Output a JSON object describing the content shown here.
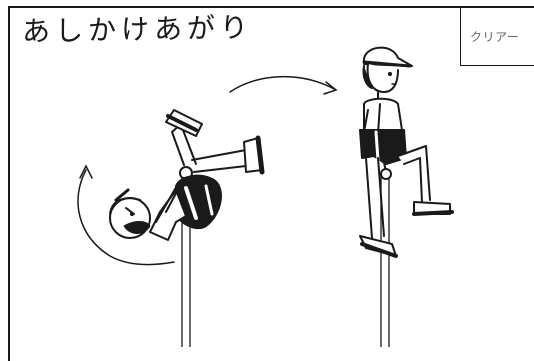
{
  "page": {
    "title": "あしかけあがり",
    "clear_label": "クリアー"
  },
  "colors": {
    "ink": "#1a1a1a",
    "paper": "#ffffff",
    "muted_text": "#666666"
  },
  "icons": {
    "bar": "vertical-bar-pole",
    "rotation_arrow": "counterclockwise-curved-arrow",
    "transition_arrow": "curved-right-arrow"
  }
}
